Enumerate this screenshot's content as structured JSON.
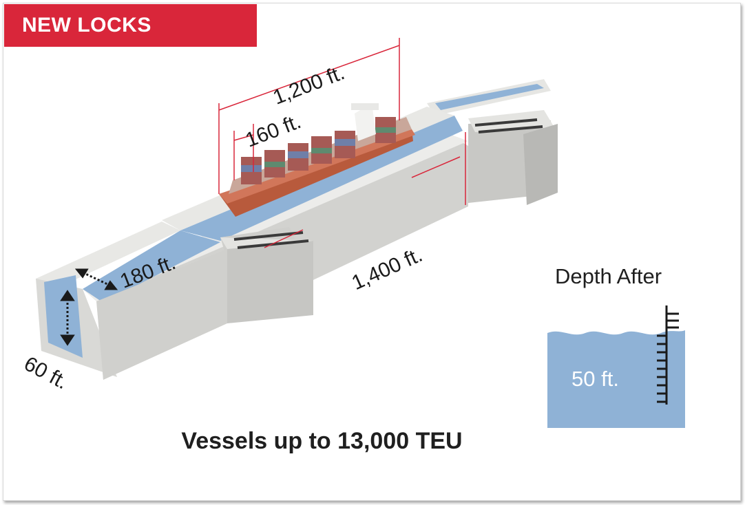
{
  "header": {
    "title": "NEW LOCKS",
    "color": "#d9263a"
  },
  "dimensions": {
    "ship_length": "1,200 ft.",
    "ship_beam": "160 ft.",
    "lock_width": "180 ft.",
    "lock_depth": "60 ft.",
    "lock_length": "1,400 ft."
  },
  "depth_panel": {
    "title": "Depth After",
    "value": "50 ft."
  },
  "caption": "Vessels up to 13,000 TEU",
  "colors": {
    "water": "#8fb2d6",
    "concrete": "#d9d9d6",
    "hull": "#b85a3c",
    "dimension_line": "#d9263a"
  }
}
